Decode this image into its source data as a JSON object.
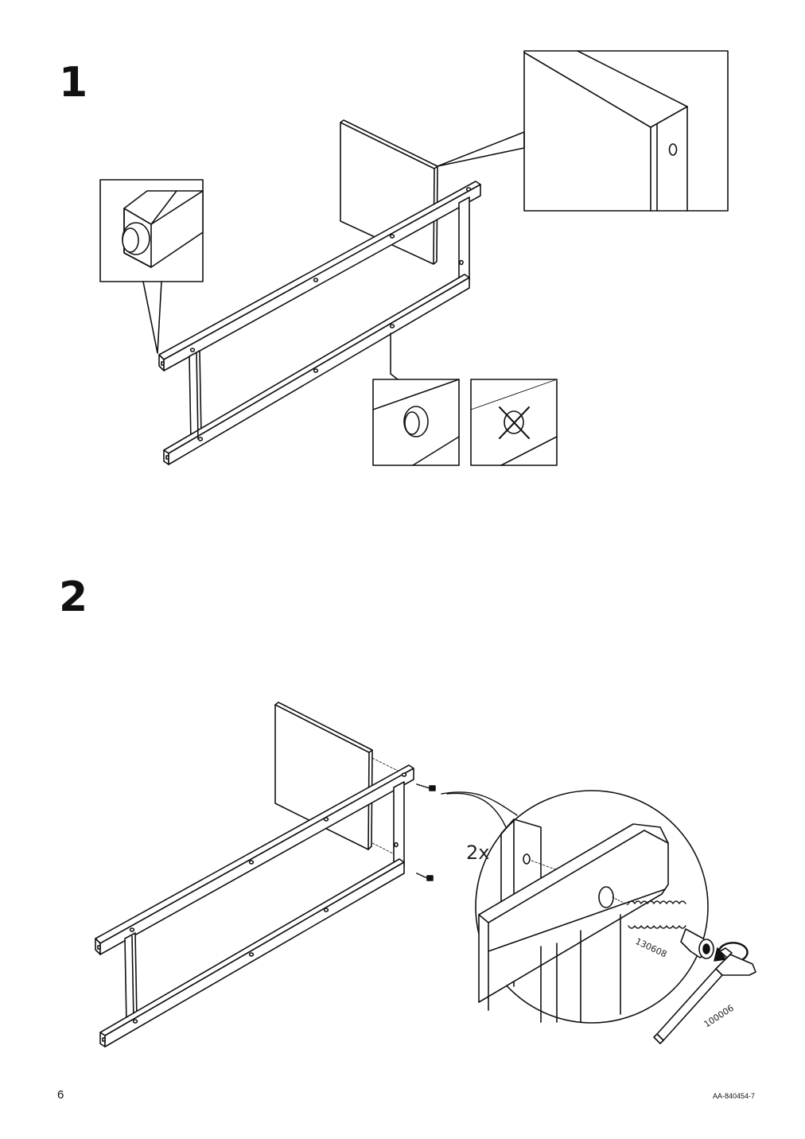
{
  "steps": [
    {
      "number": "1"
    },
    {
      "number": "2"
    }
  ],
  "step2": {
    "quantity_label": "2x",
    "screw_part_number": "130608",
    "key_part_number": "100006"
  },
  "footer": {
    "page_number": "6",
    "document_code": "AA-840454-7"
  },
  "icons": [
    "rotation-arrow-icon",
    "forbidden-cross-icon"
  ]
}
